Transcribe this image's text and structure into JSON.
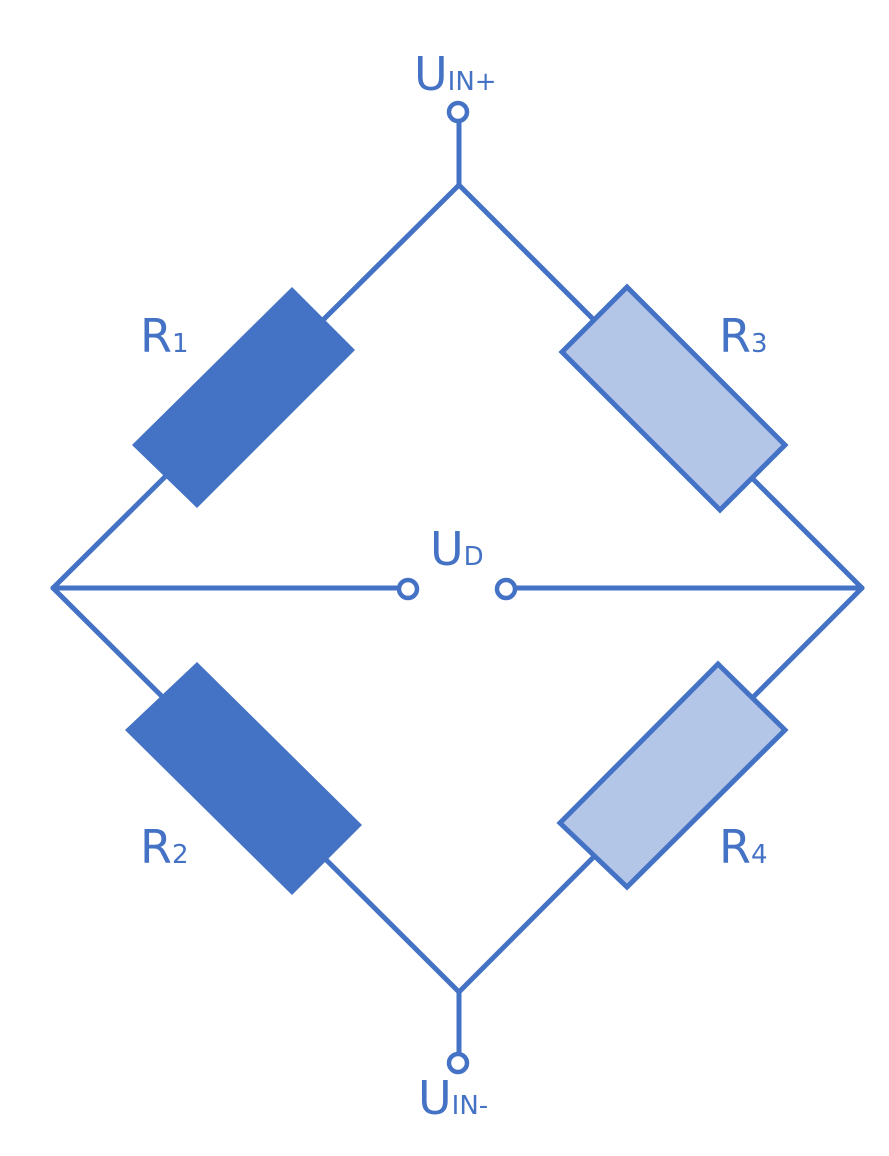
{
  "diagram": {
    "title": "Wheatstone bridge",
    "colors": {
      "wire": "#4472c4",
      "active_resistor_fill": "#4472c4",
      "passive_resistor_fill": "#b4c6e7",
      "background": "#ffffff"
    },
    "terminals": {
      "top": {
        "symbol": "U",
        "subscript": "IN+"
      },
      "bottom": {
        "symbol": "U",
        "subscript": "IN-"
      },
      "diagonal": {
        "symbol": "U",
        "subscript": "D"
      }
    },
    "resistors": [
      {
        "symbol": "R",
        "subscript": "1",
        "style": "filled"
      },
      {
        "symbol": "R",
        "subscript": "2",
        "style": "filled"
      },
      {
        "symbol": "R",
        "subscript": "3",
        "style": "light"
      },
      {
        "symbol": "R",
        "subscript": "4",
        "style": "light"
      }
    ]
  }
}
